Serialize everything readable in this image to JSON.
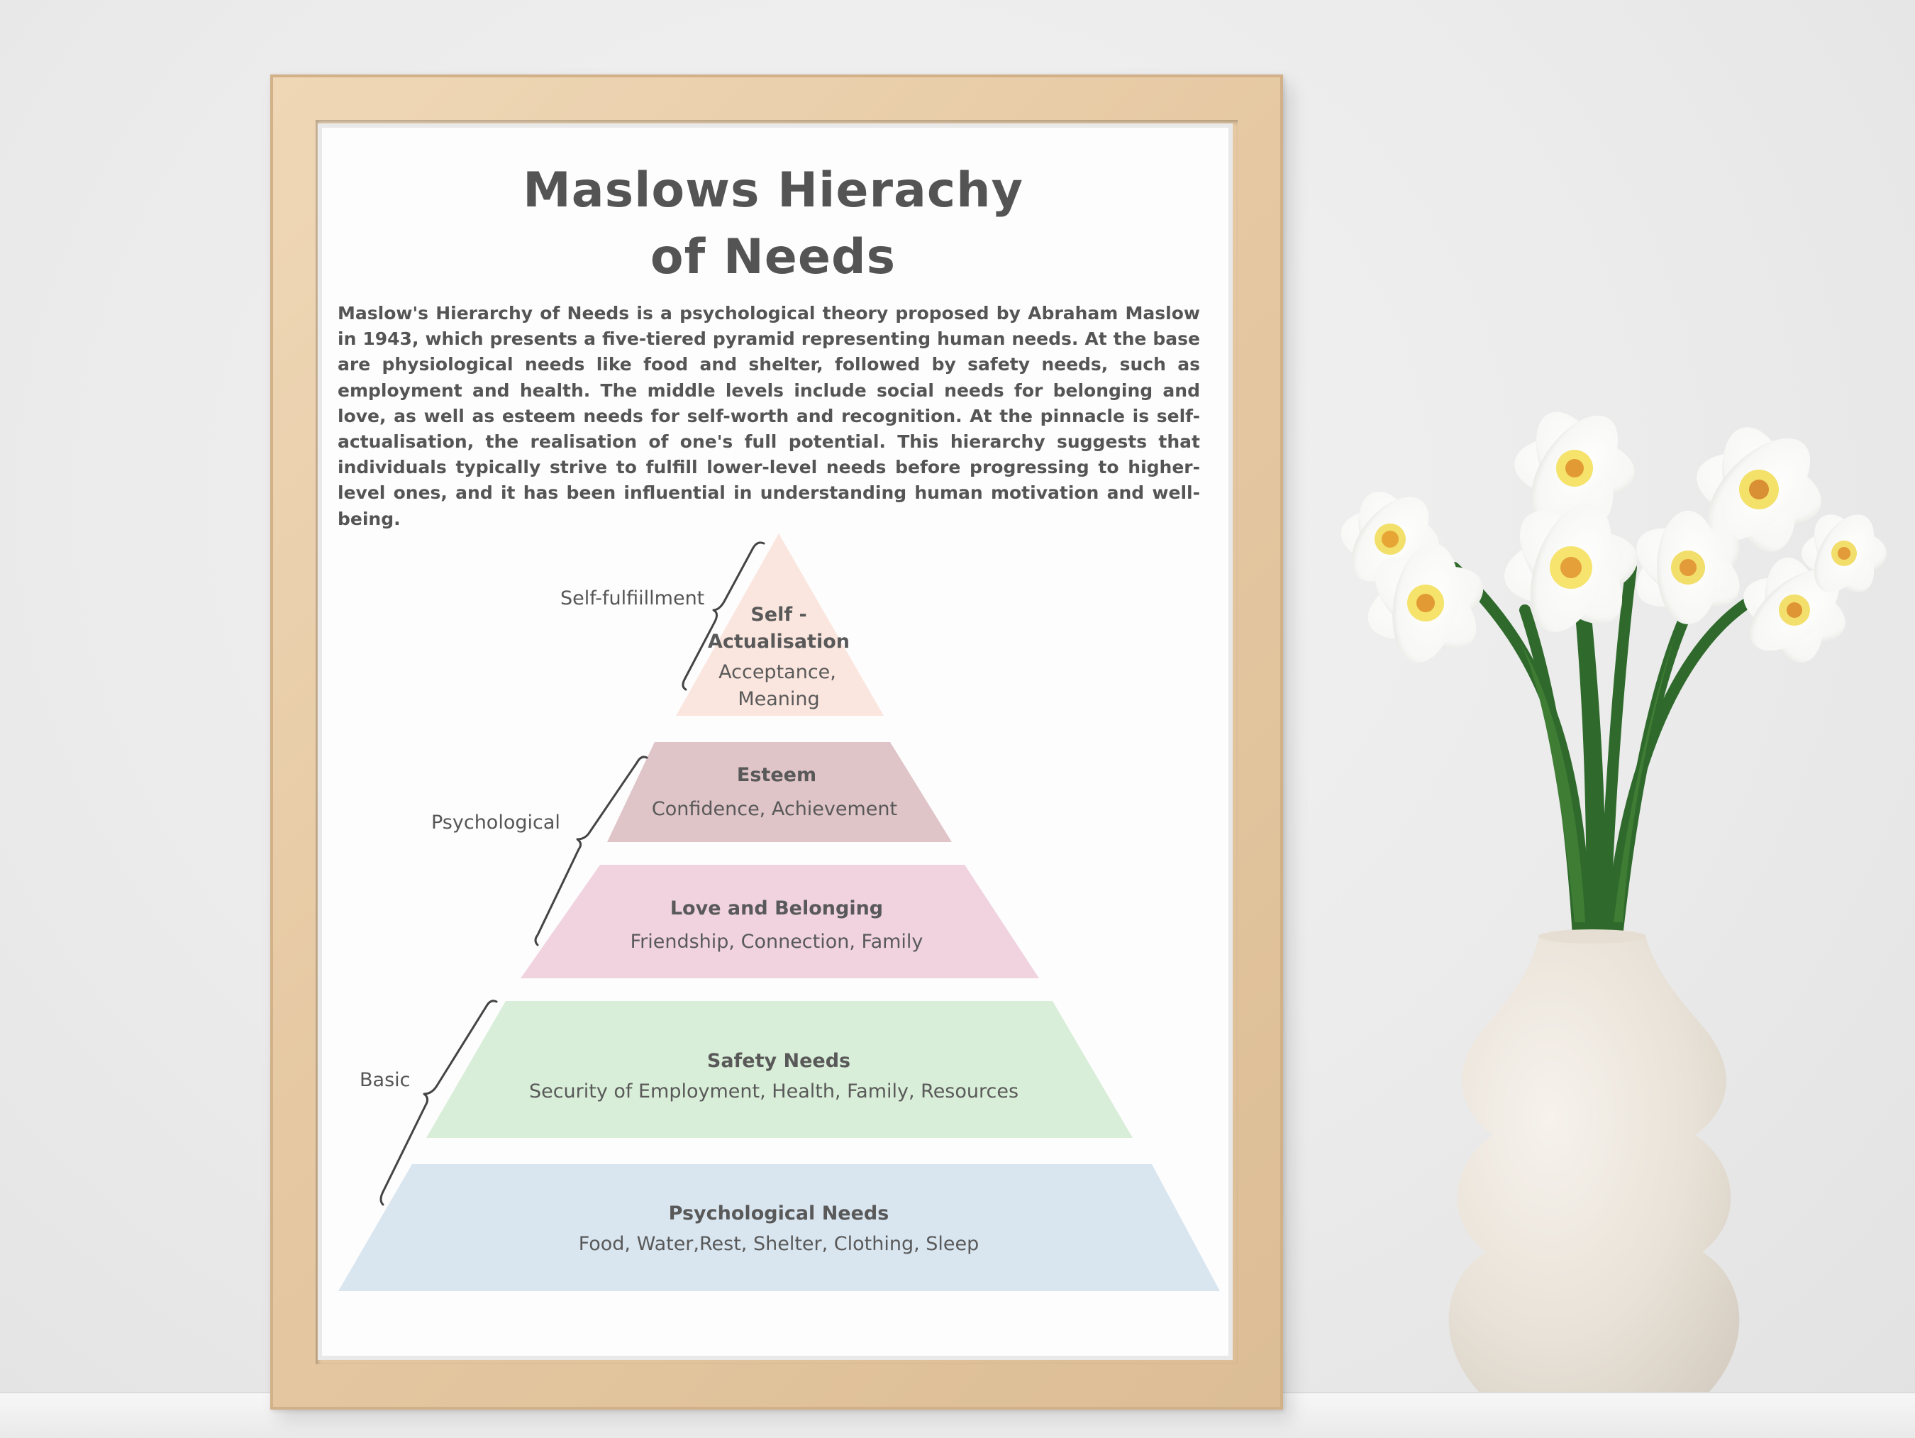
{
  "poster": {
    "title": "Maslows Hierachy\nof Needs",
    "intro": "Maslow's Hierarchy of Needs is a psychological theory proposed by Abraham Maslow in 1943, which presents a five-tiered pyramid representing human needs. At the base are physiological needs like food and shelter, followed by safety needs, such as employment and health. The middle levels include social needs for belonging and love, as well as esteem needs for self-worth and recognition. At the pinnacle is self-actualisation, the realisation of one's full potential. This hierarchy suggests that individuals typically strive to fulfill lower-level needs before progressing to higher-level ones, and it has been influential in understanding human motivation and well-being."
  },
  "pyramid": {
    "tiers": [
      {
        "title_line1": "Self -",
        "title_line2": "Actualisation",
        "desc_line1": "Acceptance,",
        "desc_line2": "Meaning",
        "color": "#fbe6df"
      },
      {
        "title": "Esteem",
        "desc": "Confidence, Achievement",
        "color": "#dfc4c8"
      },
      {
        "title": "Love and Belonging",
        "desc": "Friendship, Connection, Family",
        "color": "#f0d3df"
      },
      {
        "title": "Safety Needs",
        "desc": "Security of Employment, Health, Family, Resources",
        "color": "#d9eed9"
      },
      {
        "title": "Psychological Needs",
        "desc": "Food, Water,Rest, Shelter, Clothing, Sleep",
        "color": "#d9e6f0"
      }
    ],
    "groups": [
      {
        "label": "Self-fulfiillment"
      },
      {
        "label": "Psychological"
      },
      {
        "label": "Basic"
      }
    ]
  }
}
